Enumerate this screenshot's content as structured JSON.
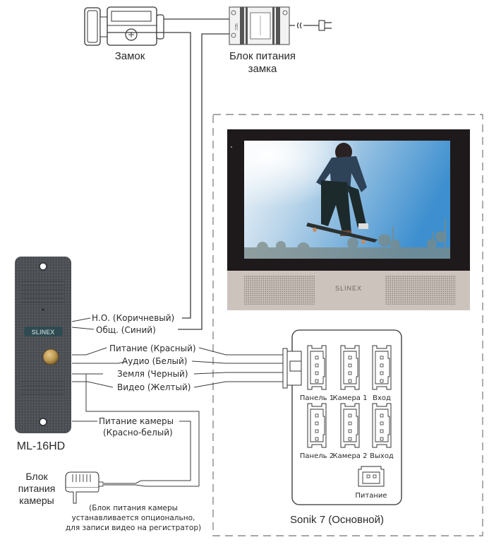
{
  "lock": {
    "label": "Замок"
  },
  "lock_psu": {
    "label_line1": "Блок питания",
    "label_line2": "замка",
    "sec_mark": "SEC"
  },
  "panel": {
    "brand": "SLINEX",
    "model": "ML-16HD",
    "wires": [
      {
        "label": "Н.О. (Коричневый)",
        "color": "brown"
      },
      {
        "label": "Общ. (Синий)",
        "color": "blue"
      },
      {
        "label": "Питание (Красный)",
        "color": "red"
      },
      {
        "label": "Аудио (Белый)",
        "color": "white"
      },
      {
        "label": "Земля (Черный)",
        "color": "black"
      },
      {
        "label": "Видео (Желтый)",
        "color": "yellow"
      }
    ],
    "camera_power": {
      "line1": "Питание камеры",
      "line2": "(Красно-белый)"
    }
  },
  "camera_psu": {
    "label_line1": "Блок",
    "label_line2": "питания",
    "label_line3": "камеры",
    "note_line1": "(Блок питания камеры",
    "note_line2": "устанавливается опционально,",
    "note_line3": "для записи видео на регистратор)"
  },
  "monitor": {
    "brand": "SLINEX",
    "caption": "Sonik 7 (Основной)",
    "connectors": [
      {
        "label": "Панель 1"
      },
      {
        "label": "Камера 1"
      },
      {
        "label": "Вход"
      },
      {
        "label": "Панель 2"
      },
      {
        "label": "Камера 2"
      },
      {
        "label": "Выход"
      },
      {
        "label": "Питание"
      }
    ]
  },
  "colors": {
    "panel_body": "#4a4d52",
    "monitor_bezel": "#1e1a1b",
    "monitor_bottom": "#cdc3bd",
    "button_gold": "#b8944f",
    "dashed_border": "#8a8a8a"
  }
}
